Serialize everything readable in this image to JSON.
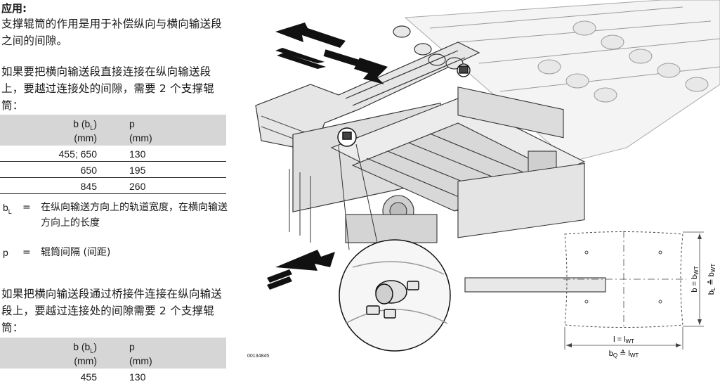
{
  "heading": "应用:",
  "para1": "支撑辊筒的作用是用于补偿纵向与横向输送段之间的间隙。",
  "para2": "如果要把横向输送段直接连接在纵向输送段上，要越过连接处的间隙，需要 2 个支撑辊筒：",
  "table1": {
    "col_b": "b (b",
    "col_b_sub": "L",
    "col_b_close": ")",
    "col_b_unit": "(mm)",
    "col_p": "p",
    "col_p_unit": "(mm)",
    "rows": [
      {
        "b": "455; 650",
        "p": "130"
      },
      {
        "b": "650",
        "p": "195"
      },
      {
        "b": "845",
        "p": "260"
      }
    ]
  },
  "legend": [
    {
      "symbol": "b",
      "symbol_sub": "L",
      "eq": "=",
      "text": "在纵向输送方向上的轨道宽度，在横向输送方向上的长度"
    },
    {
      "symbol": "p",
      "symbol_sub": "",
      "eq": "=",
      "text": "辊筒间隔 (间距)"
    }
  ],
  "para3": "如果把横向输送段通过桥接件连接在纵向输送段上，要越过连接处的间隙需要 2 个支撑辊筒：",
  "table2": {
    "col_b": "b (b",
    "col_b_sub": "L",
    "col_b_close": ")",
    "col_b_unit": "(mm)",
    "col_p": "p",
    "col_p_unit": "(mm)",
    "rows": [
      {
        "b": "455",
        "p": "130"
      }
    ]
  },
  "figure": {
    "code": "00134845",
    "dim_b": "b = b",
    "dim_b_sub": "WT",
    "dim_bl": "b",
    "dim_bl_sub": "L",
    "dim_bl_rest": " ≙ b",
    "dim_bl_sub2": "WT",
    "dim_l": "l = l",
    "dim_l_sub": "WT",
    "dim_bq": "b",
    "dim_bq_sub": "Q",
    "dim_bq_rest": " ≙ l",
    "dim_bq_sub2": "WT"
  }
}
